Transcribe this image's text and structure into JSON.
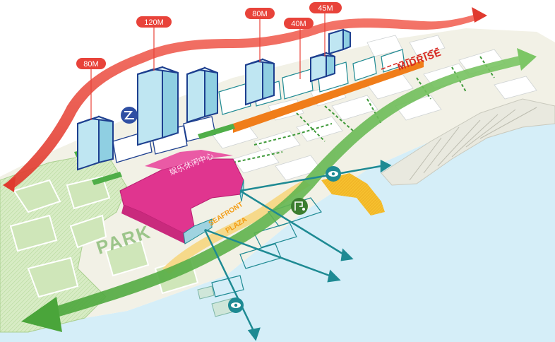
{
  "labels": {
    "midrise": "MIDRISE",
    "park": "PARK",
    "seafront": "SEAFRONT",
    "plaza": "PLAZA",
    "cultural_center": "娱乐休闲中心"
  },
  "height_tags": [
    {
      "id": "tag-80m-left",
      "text": "80M"
    },
    {
      "id": "tag-120m",
      "text": "120M"
    },
    {
      "id": "tag-80m-right",
      "text": "80M"
    },
    {
      "id": "tag-40m",
      "text": "40M"
    },
    {
      "id": "tag-45m",
      "text": "45M"
    }
  ],
  "icons": {
    "view_point": "eye-icon",
    "zigzag": "zigzag-icon",
    "sightseeing": "viewpoint-sign-icon"
  },
  "colors": {
    "sea": "#d5eef8",
    "land": "#f4f4e8",
    "park": "#cfe7b8",
    "skyline_arrow": "#e8433a",
    "green_corridor": "#5cb247",
    "view_axis": "#1e8a93",
    "cultural_center": "#e0358f",
    "tower": "#a8ddeb",
    "midrise_accent": "#f07d1a",
    "pier": "#f6c02f"
  }
}
